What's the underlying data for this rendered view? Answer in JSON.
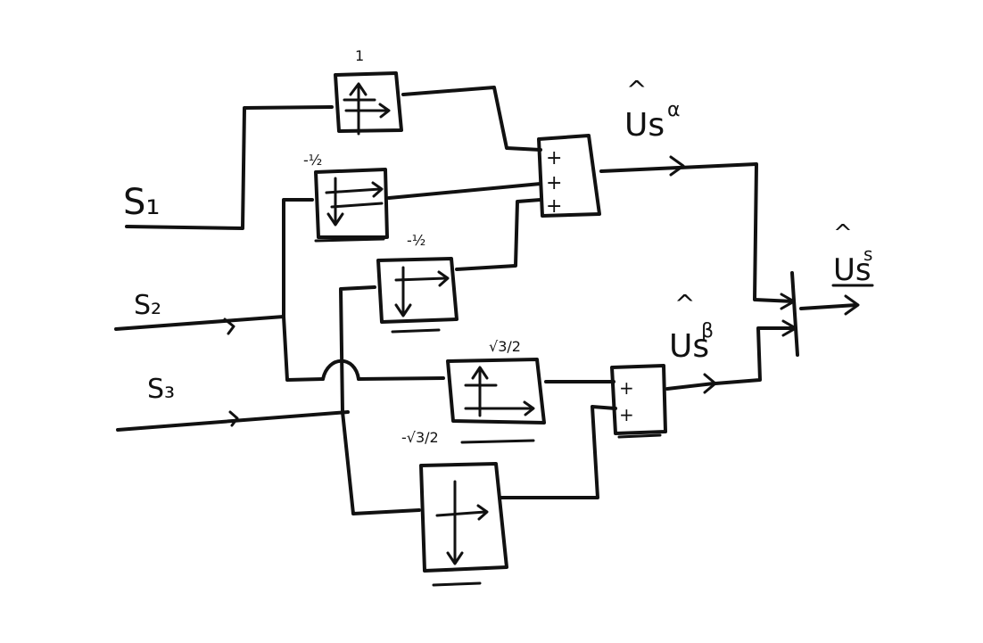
{
  "inputs": {
    "s1": "S₁",
    "s2": "S₂",
    "s3": "S₃"
  },
  "gains": {
    "g1": "1",
    "g2": "-½",
    "g3": "-½",
    "g4": "√3/2",
    "g5": "-√3/2"
  },
  "summers": {
    "alpha_signs": [
      "+",
      "+",
      "+"
    ],
    "beta_signs": [
      "+",
      "+"
    ]
  },
  "outputs": {
    "alpha": "Us",
    "alpha_sup": "α",
    "alpha_hat": "^",
    "beta": "Us",
    "beta_sup": "β",
    "beta_hat": "^",
    "vector": "Us",
    "vector_sup": "s",
    "vector_hat": "^"
  }
}
